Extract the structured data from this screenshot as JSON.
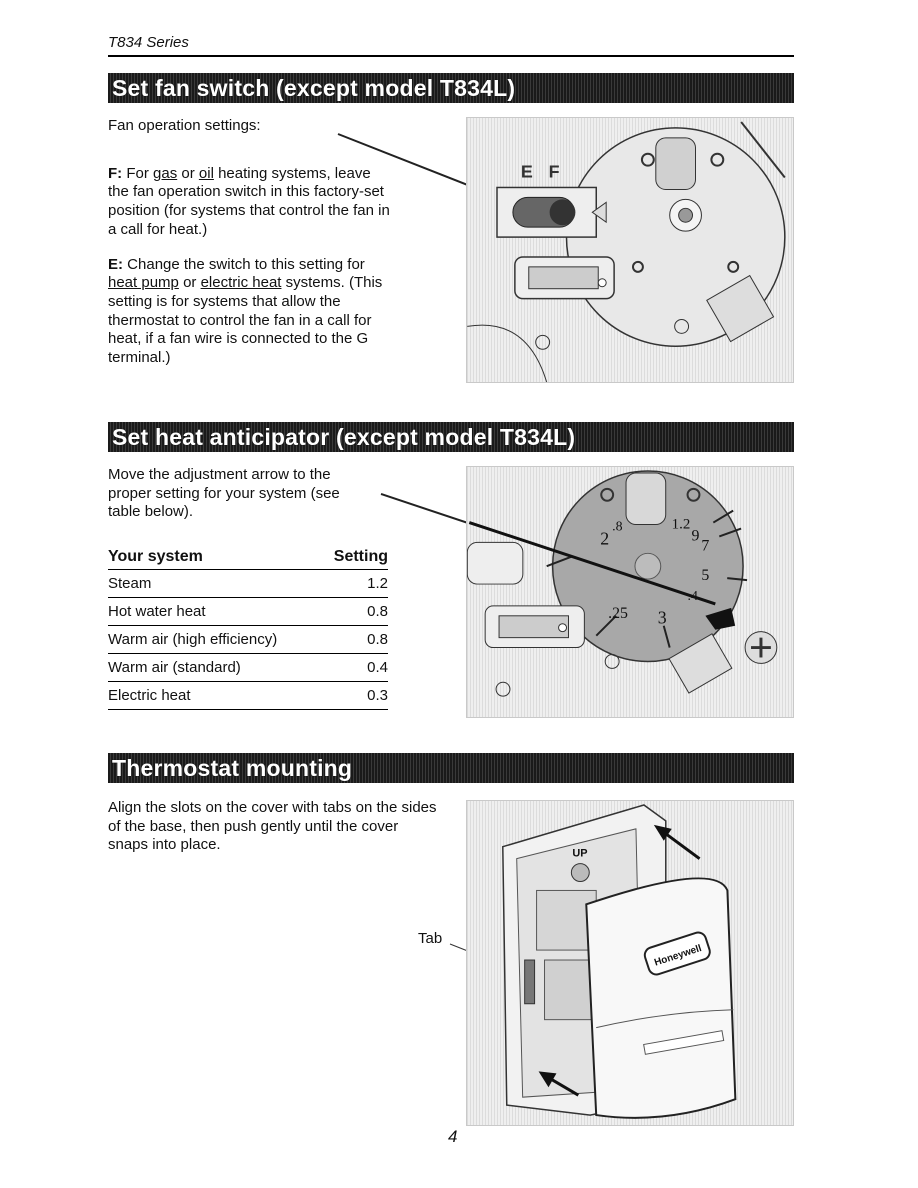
{
  "header": {
    "running_head": "T834 Series"
  },
  "sections": {
    "fan": {
      "title": "Set fan switch (except model T834L)",
      "intro": "Fan operation settings:",
      "f_label": "F:",
      "f_text_1": "For",
      "f_gas": "gas",
      "f_or": "or",
      "f_oil": "oil",
      "f_text_2": "heating systems, leave the fan operation switch in this factory-set position (for systems that control the fan in a call for heat.)",
      "e_label": "E:",
      "e_text_1": "Change the switch to this setting for",
      "e_heat_pump": "heat pump",
      "e_or": "or",
      "e_electric_heat": "electric heat",
      "e_text_2": "systems. (This setting is for systems that allow the thermostat to control the fan in a call for heat, if a fan wire is connected to the G terminal.)",
      "figure_labels": {
        "e": "E",
        "f": "F"
      }
    },
    "anticipator": {
      "title": "Set heat anticipator (except model T834L)",
      "intro": "Move the adjustment arrow to the proper setting for your system (see table below).",
      "table": {
        "headers": [
          "Your system",
          "Setting"
        ],
        "rows": [
          [
            "Steam",
            "1.2"
          ],
          [
            "Hot water heat",
            "0.8"
          ],
          [
            "Warm air (high efficiency)",
            "0.8"
          ],
          [
            "Warm air (standard)",
            "0.4"
          ],
          [
            "Electric heat",
            "0.3"
          ]
        ]
      },
      "dial_labels": [
        "2",
        ".8",
        "1.2",
        "9",
        "7",
        "5",
        ".4",
        "3",
        ".25"
      ]
    },
    "mounting": {
      "title": "Thermostat mounting",
      "intro": "Align the slots on the cover with tabs on the sides of the base, then push gently until the cover snaps into place.",
      "callout": "Tab",
      "brand": "Honeywell",
      "up_label": "UP"
    }
  },
  "footer": {
    "page_number": "4"
  },
  "colors": {
    "banner_bg": "#2a2a2a",
    "banner_text": "#ffffff",
    "dial_gray": "#a8a8a8"
  }
}
